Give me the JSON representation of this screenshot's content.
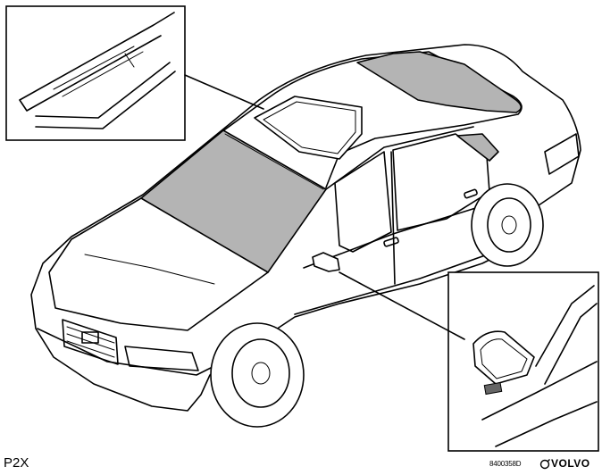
{
  "figure": {
    "model_label": "P2X",
    "reference_code": "8400358D",
    "brand": "VOLVO",
    "colors": {
      "line": "#000000",
      "glass_fill": "#b4b4b4",
      "background": "#ffffff"
    },
    "icons": [
      "volvo-logo-icon"
    ]
  }
}
